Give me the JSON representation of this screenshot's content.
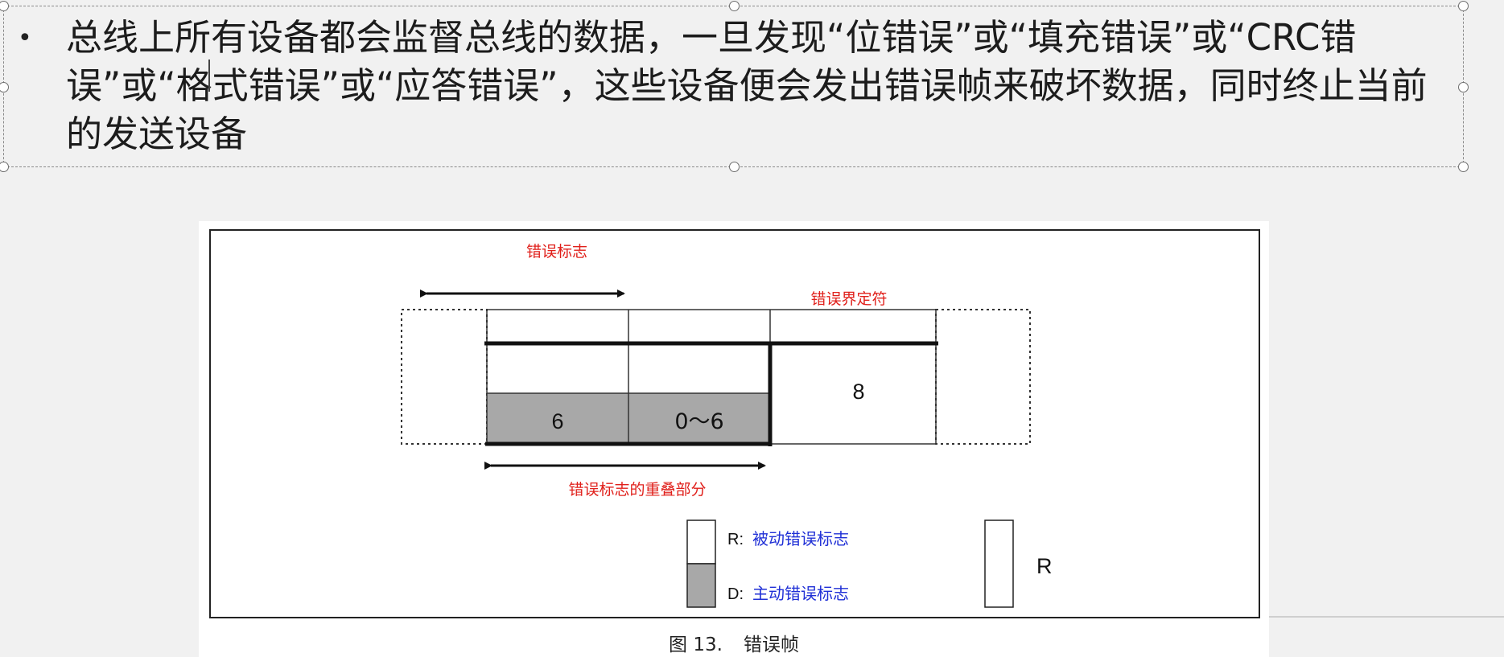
{
  "slide": {
    "bullet_symbol": "•",
    "bullet_text": "总线上所有设备都会监督总线的数据，一旦发现“位错误”或“填充错误”或“CRC错误”或“格式错误”或“应答错误”，这些设备便会发出错误帧来破坏数据，同时终止当前的发送设备"
  },
  "figure": {
    "labels": {
      "error_flag": "错误标志",
      "error_delimiter": "错误界定符",
      "overlap": "错误标志的重叠部分"
    },
    "cells": {
      "active_flag_bits": "6",
      "overlap_bits": "0～6",
      "delimiter_bits": "8"
    },
    "legend": {
      "r_prefix": "R:",
      "r_text": "被动错误标志",
      "d_prefix": "D:",
      "d_text": "主动错误标志",
      "r_box_label": "R"
    },
    "caption": {
      "number": "图 13.",
      "title": "错误帧"
    }
  },
  "colors": {
    "label_red": "#e0201b",
    "legend_blue": "#1f2fd6",
    "fill_gray": "#a8a8a8",
    "line_black": "#111111"
  }
}
